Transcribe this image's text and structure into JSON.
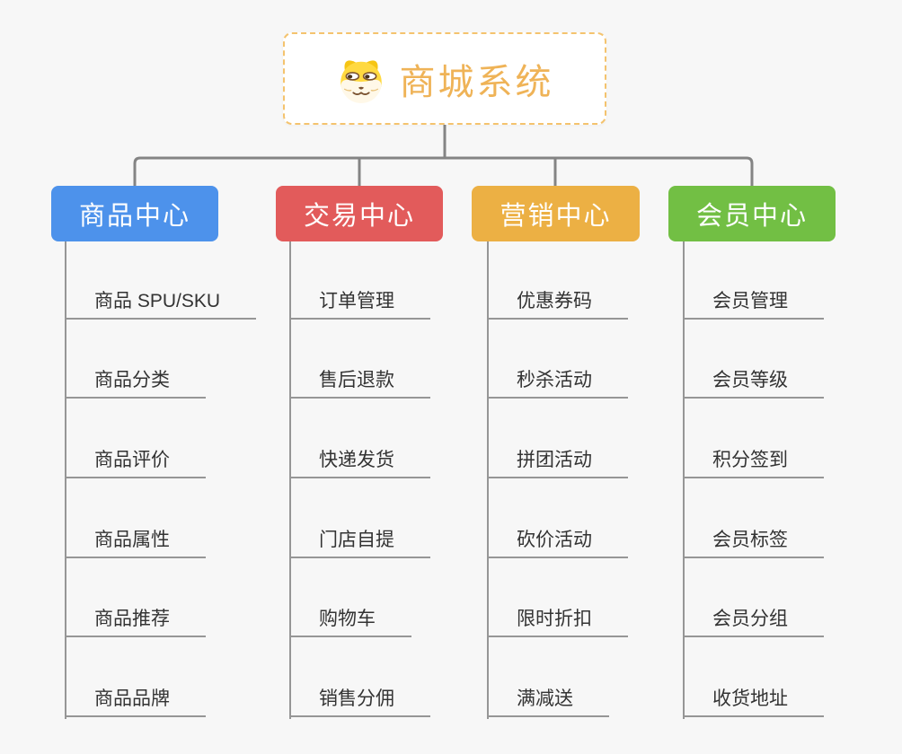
{
  "root": {
    "title": "商城系统",
    "icon": "doge-icon"
  },
  "branches": [
    {
      "label": "商品中心",
      "color": "#4D92EB",
      "items": [
        "商品 SPU/SKU",
        "商品分类",
        "商品评价",
        "商品属性",
        "商品推荐",
        "商品品牌"
      ]
    },
    {
      "label": "交易中心",
      "color": "#E25B5B",
      "items": [
        "订单管理",
        "售后退款",
        "快递发货",
        "门店自提",
        "购物车",
        "销售分佣"
      ]
    },
    {
      "label": "营销中心",
      "color": "#ECB044",
      "items": [
        "优惠券码",
        "秒杀活动",
        "拼团活动",
        "砍价活动",
        "限时折扣",
        "满减送"
      ]
    },
    {
      "label": "会员中心",
      "color": "#72BF44",
      "items": [
        "会员管理",
        "会员等级",
        "积分签到",
        "会员标签",
        "会员分组",
        "收货地址"
      ]
    }
  ],
  "style": {
    "background": "#F7F7F7",
    "connector_color": "#848484",
    "line_color": "#969696",
    "leaf_text_color": "#333333",
    "root_border_color": "#F4C36E",
    "root_title_color": "#EFB357",
    "doge_yellow": "#FFD940",
    "doge_cream": "#FFF8E8",
    "doge_brown": "#7A5230"
  }
}
